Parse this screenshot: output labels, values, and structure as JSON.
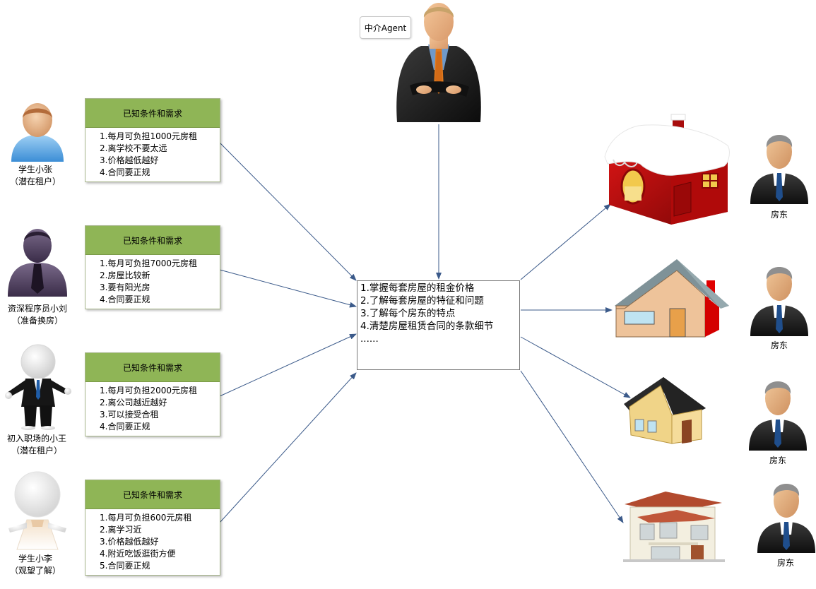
{
  "agent": {
    "tag": "中介Agent",
    "tasks": [
      "1.掌握每套房屋的租金价格",
      "2.了解每套房屋的特征和问题",
      "3.了解每个房东的特点",
      "4.清楚房屋租赁合同的条款细节",
      "......"
    ]
  },
  "tenants": [
    {
      "name": "学生小张",
      "status": "（潜在租户）",
      "box_title": "已知条件和需求",
      "needs": [
        "1.每月可负担1000元房租",
        "2.离学校不要太远",
        "3.价格越低越好",
        "4.合同要正规"
      ]
    },
    {
      "name": "资深程序员小刘",
      "status": "（准备换房）",
      "box_title": "已知条件和需求",
      "needs": [
        "1.每月可负担7000元房租",
        "2.房屋比较新",
        "3.要有阳光房",
        "4.合同要正规"
      ]
    },
    {
      "name": "初入职场的小王",
      "status": "（潜在租户）",
      "box_title": "已知条件和需求",
      "needs": [
        "1.每月可负担2000元房租",
        "2.离公司越近越好",
        "3.可以接受合租",
        "4.合同要正规"
      ]
    },
    {
      "name": "学生小李",
      "status": "（观望了解）",
      "box_title": "已知条件和需求",
      "needs": [
        "1.每月可负担600元房租",
        "2.离学习近",
        "3.价格越低越好",
        "4.附近吃饭逛街方便",
        "5.合同要正规"
      ]
    }
  ],
  "landlords": [
    {
      "label": "房东"
    },
    {
      "label": "房东"
    },
    {
      "label": "房东"
    },
    {
      "label": "房东"
    }
  ]
}
